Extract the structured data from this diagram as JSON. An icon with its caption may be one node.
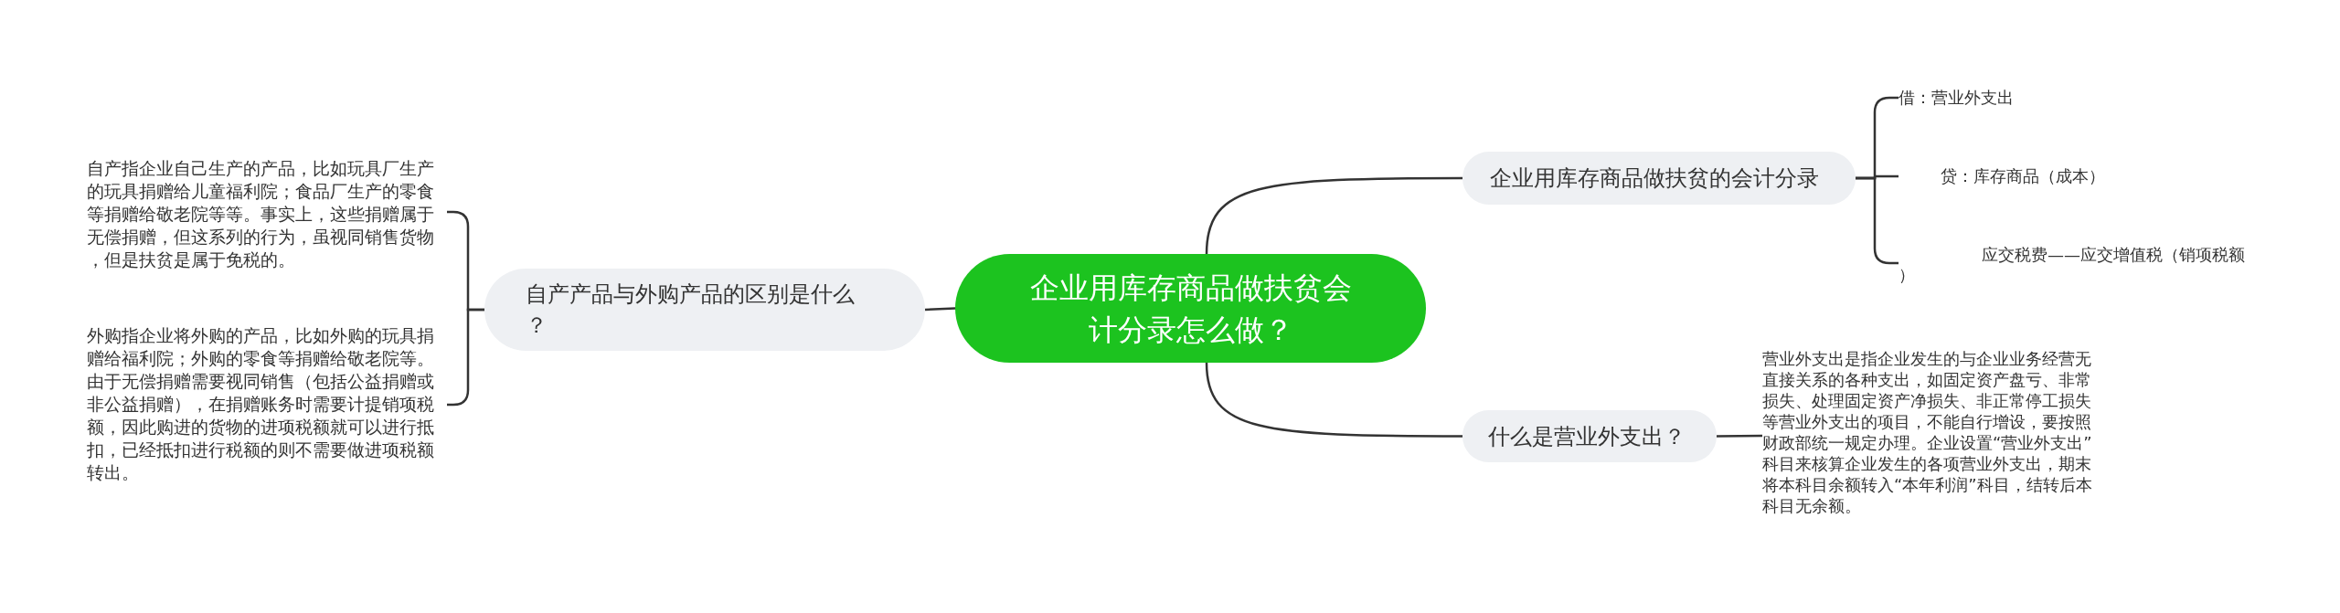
{
  "diagram": {
    "nodes": [
      {
        "text": [
          "企业用库存商品做扶贫会计分录怎么做？"
        ]
      },
      {
        "text": [
          "企业用库存商品做扶贫的会计分录"
        ]
      },
      {
        "text": [
          "借：营业外支出"
        ]
      },
      {
        "text": [
          "贷：库存商品（成本）"
        ]
      },
      {
        "text": [
          "应交税费——应交增值税（销项税额）"
        ]
      },
      {
        "text": [
          "什么是营业外支出？"
        ]
      },
      {
        "text": [
          "营业外支出是指企业发生的与企业业务经营无直接关系的各种支出，如固定资产盘亏、非常损失、处理固定资产净损失、非正常停工损失等营业外支出的项目，不能自行增设，要按照财政部统一规定办理。企业设置“营业外支出”科目来核算企业发生的各项营业外支出，期末将本科目余额转入“本年利润”科目，结转后本科目无余额。"
        ]
      },
      {
        "text": [
          "自产产品与外购产品的区别是什么？"
        ]
      },
      {
        "text": [
          "自产指企业自己生产的产品，比如玩具厂生产的玩具捐赠给儿童福利院；食品厂生产的零食等捐赠给敬老院等等。事实上，这些捐赠属于无偿捐赠，但这系列的行为，虽视同销售货物，但是扶贫是属于免税的。"
        ]
      },
      {
        "text": [
          "外购指企业将外购的产品，比如外购的玩具捐赠给福利院；外购的零食等捐赠给敬老院等。由于无偿捐赠需要视同销售（包括公益捐赠或非公益捐赠），在捐赠账务时需要计提销项税额，因此购进的货物的进项税额就可以进行抵扣，已经抵扣进行税额的则不需要做进项税额转出。"
        ]
      }
    ],
    "edges": [
      {
        "from": 0,
        "to": 1,
        "arrow": "none"
      },
      {
        "from": 1,
        "to": 2,
        "arrow": "none"
      },
      {
        "from": 1,
        "to": 3,
        "arrow": "none"
      },
      {
        "from": 1,
        "to": 4,
        "arrow": "none"
      },
      {
        "from": 0,
        "to": 5,
        "arrow": "none"
      },
      {
        "from": 5,
        "to": 6,
        "arrow": "none"
      },
      {
        "from": 0,
        "to": 7,
        "arrow": "none"
      },
      {
        "from": 7,
        "to": 8,
        "arrow": "none"
      },
      {
        "from": 7,
        "to": 9,
        "arrow": "none"
      }
    ]
  }
}
